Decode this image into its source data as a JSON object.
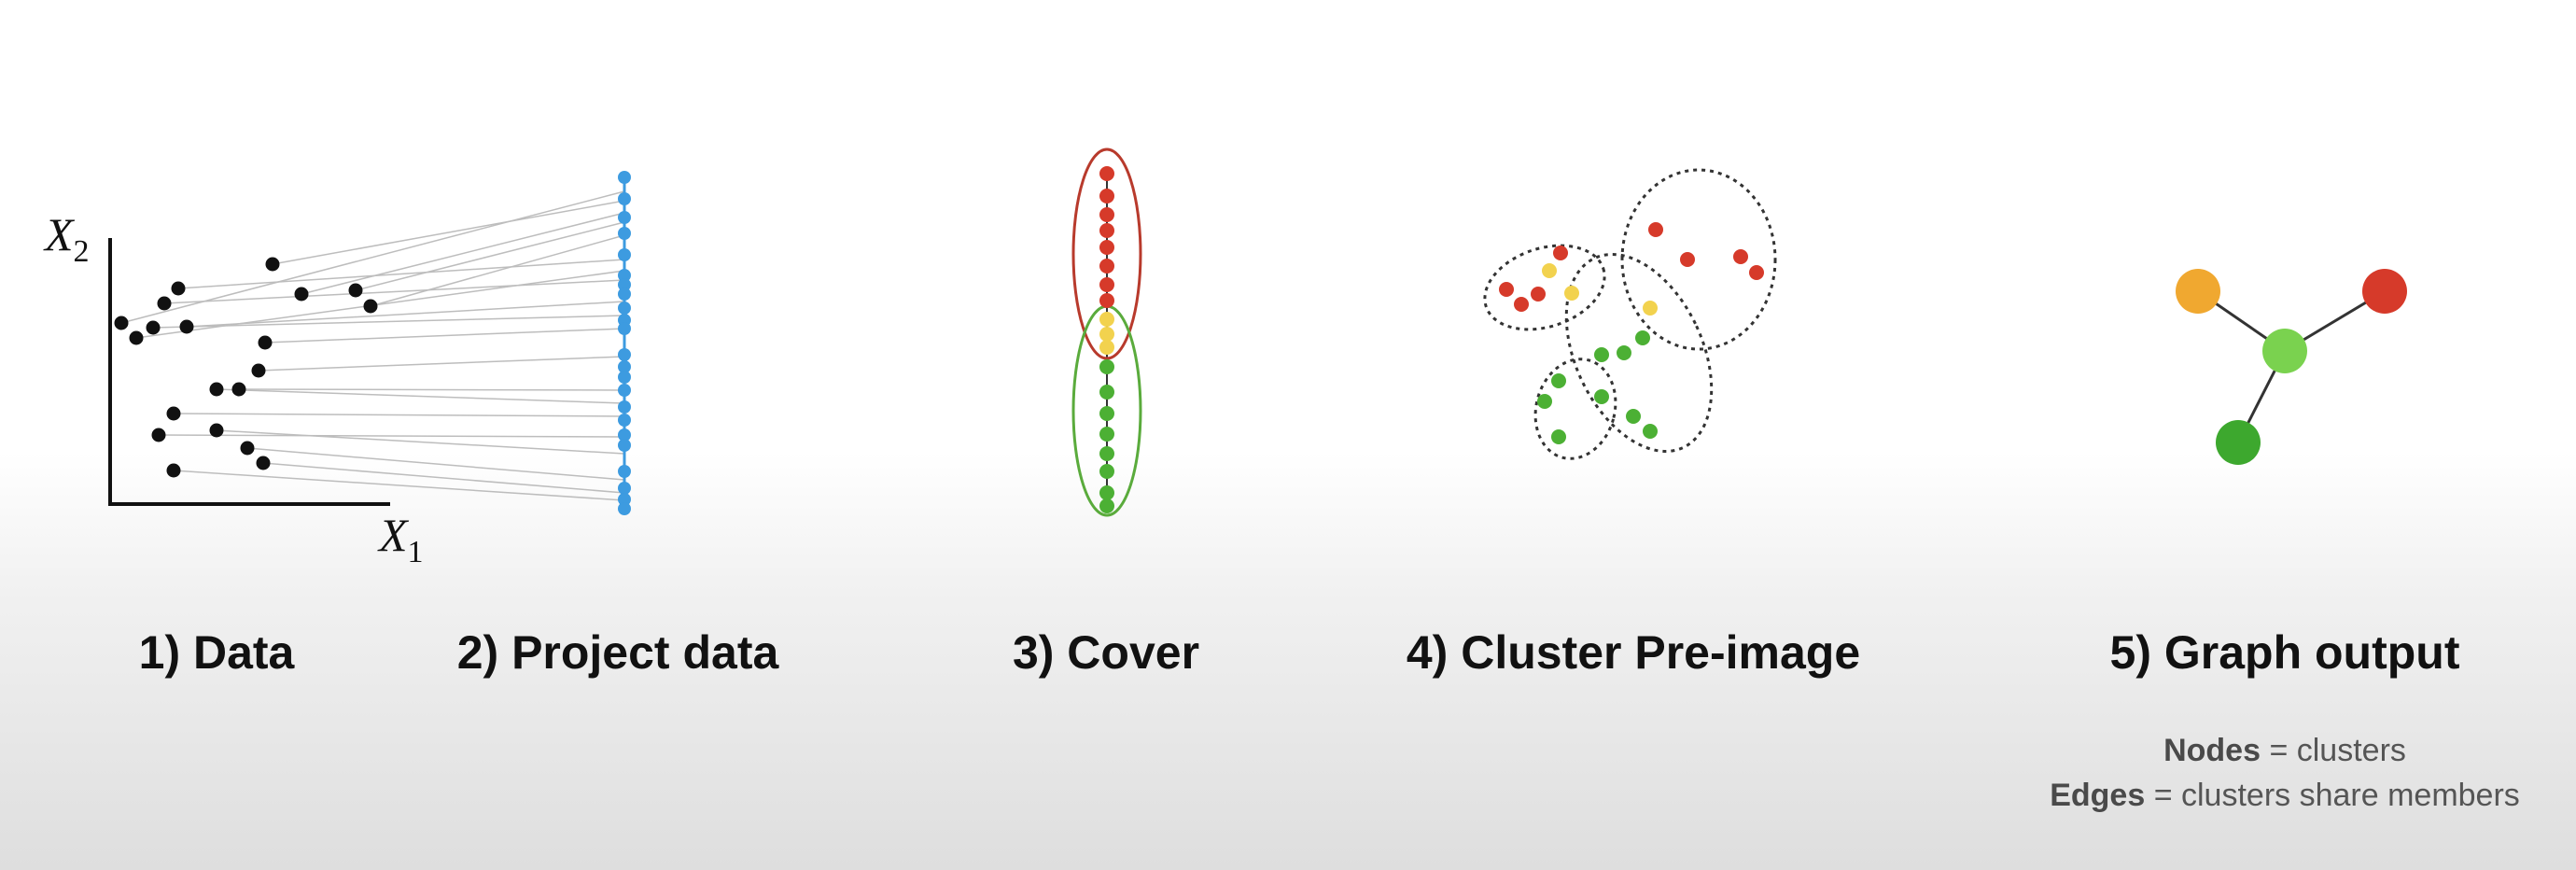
{
  "axes": {
    "x_label": "X",
    "x_sub": "1",
    "y_label": "X",
    "y_sub": "2"
  },
  "steps": [
    {
      "label": "1) Data"
    },
    {
      "label": "2) Project data"
    },
    {
      "label": "3) Cover"
    },
    {
      "label": "4) Cluster Pre-image"
    },
    {
      "label": "5) Graph output"
    }
  ],
  "legend": {
    "nodes_term": "Nodes",
    "nodes_desc": "= clusters",
    "edges_term": "Edges",
    "edges_desc": "= clusters share members"
  },
  "colors": {
    "data_point": "#111111",
    "projection": "#3d9be0",
    "red": "#d63a2a",
    "yellow": "#f2d24e",
    "green": "#4cb034",
    "orange": "#f0a830",
    "light_green": "#7ad24f",
    "dark_green": "#3da82e",
    "projection_line": "#bdbdbd"
  }
}
